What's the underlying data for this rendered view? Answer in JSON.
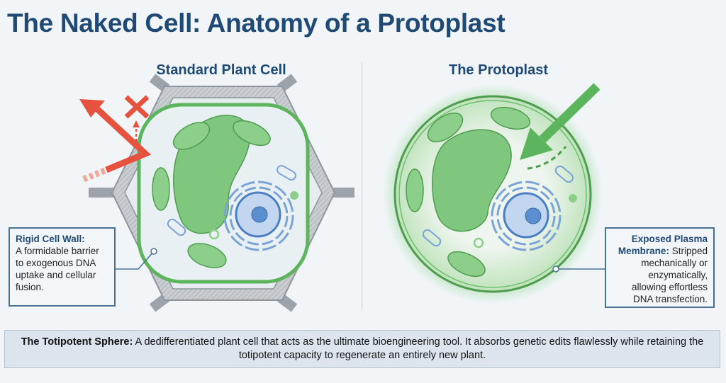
{
  "title": "The Naked Cell: Anatomy of a Protoplast",
  "left_panel": {
    "heading": "Standard Plant Cell"
  },
  "right_panel": {
    "heading": "The Protoplast"
  },
  "callouts": {
    "cell_wall": {
      "term": "Rigid Cell Wall:",
      "text": "A formidable barrier to exogenous DNA uptake and cellular fusion."
    },
    "membrane": {
      "term": "Exposed Plasma Membrane:",
      "text": "Stripped mechanically or enzymatically, allowing effortless DNA transfection."
    }
  },
  "footer": {
    "term": "The Totipotent Sphere:",
    "text": "A dedifferentiated plant cell that acts as the ultimate bioengineering tool. It absorbs genetic edits flawlessly while retaining the totipotent capacity to regenerate an entirely new plant."
  },
  "colors": {
    "title": "#1f4a75",
    "green": "#6cbf6c",
    "blocked_arrow": "#e5533f",
    "wall": "#b8bec4",
    "nucleus": "#5b8fcf"
  }
}
